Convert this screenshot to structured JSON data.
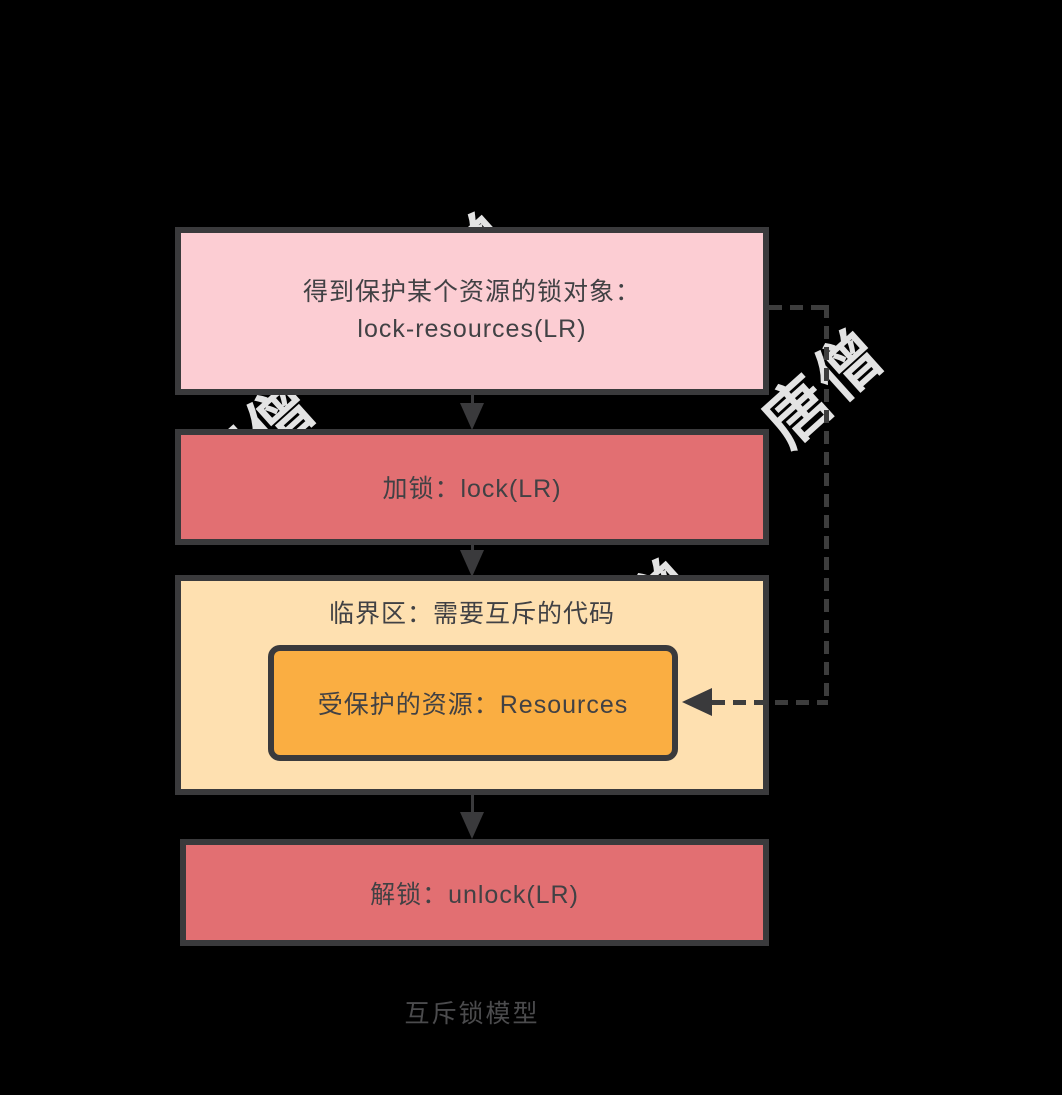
{
  "diagram": {
    "caption": "互斥锁模型",
    "watermark_text": "唐僧",
    "colors": {
      "background": "#000000",
      "border": "#3a3a3c",
      "box_text": "#414144",
      "lock_object_fill": "#fccdd3",
      "lock_unlock_fill": "#e26f72",
      "critical_section_fill": "#fee0b0",
      "resource_fill": "#faae42",
      "watermark": "#e3e3e3",
      "caption_text": "#4b4b4d",
      "dashed_line": "#3d3d3d"
    },
    "nodes": {
      "lock_object": {
        "line1": "得到保护某个资源的锁对象：",
        "line2": "lock-resources(LR)"
      },
      "lock": {
        "label": "加锁：lock(LR)"
      },
      "critical_section": {
        "header": "临界区：需要互斥的代码",
        "resource_label": "受保护的资源：Resources"
      },
      "unlock": {
        "label": "解锁：unlock(LR)"
      }
    }
  }
}
